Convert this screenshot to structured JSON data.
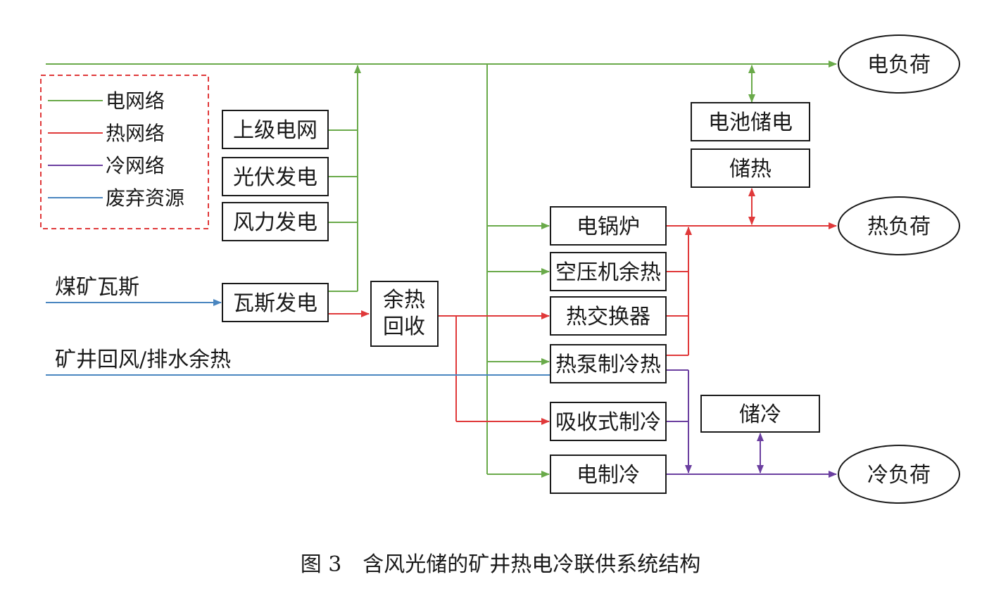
{
  "legend": {
    "electric": "电网络",
    "heat": "热网络",
    "cold": "冷网络",
    "waste": "废弃资源"
  },
  "colors": {
    "electric": "#6aaa4a",
    "heat": "#e0393a",
    "cold": "#6b3fa0",
    "waste": "#4a86c0"
  },
  "inputs": {
    "coal_gas": "煤矿瓦斯",
    "mine_waste_heat": "矿井回风/排水余热"
  },
  "sources": {
    "upper_grid": "上级电网",
    "pv": "光伏发电",
    "wind": "风力发电",
    "gas_power": "瓦斯发电",
    "heat_recovery_line1": "余热",
    "heat_recovery_line2": "回收"
  },
  "converters": {
    "electric_boiler": "电锅炉",
    "air_compressor_heat": "空压机余热",
    "heat_exchanger": "热交换器",
    "heat_pump": "热泵制冷热",
    "absorption_chiller": "吸收式制冷",
    "electric_chiller": "电制冷"
  },
  "storage": {
    "battery": "电池储电",
    "heat_storage": "储热",
    "cold_storage": "储冷"
  },
  "loads": {
    "electric": "电负荷",
    "heat": "热负荷",
    "cold": "冷负荷"
  },
  "caption": "图 3　含风光储的矿井热电冷联供系统结构"
}
